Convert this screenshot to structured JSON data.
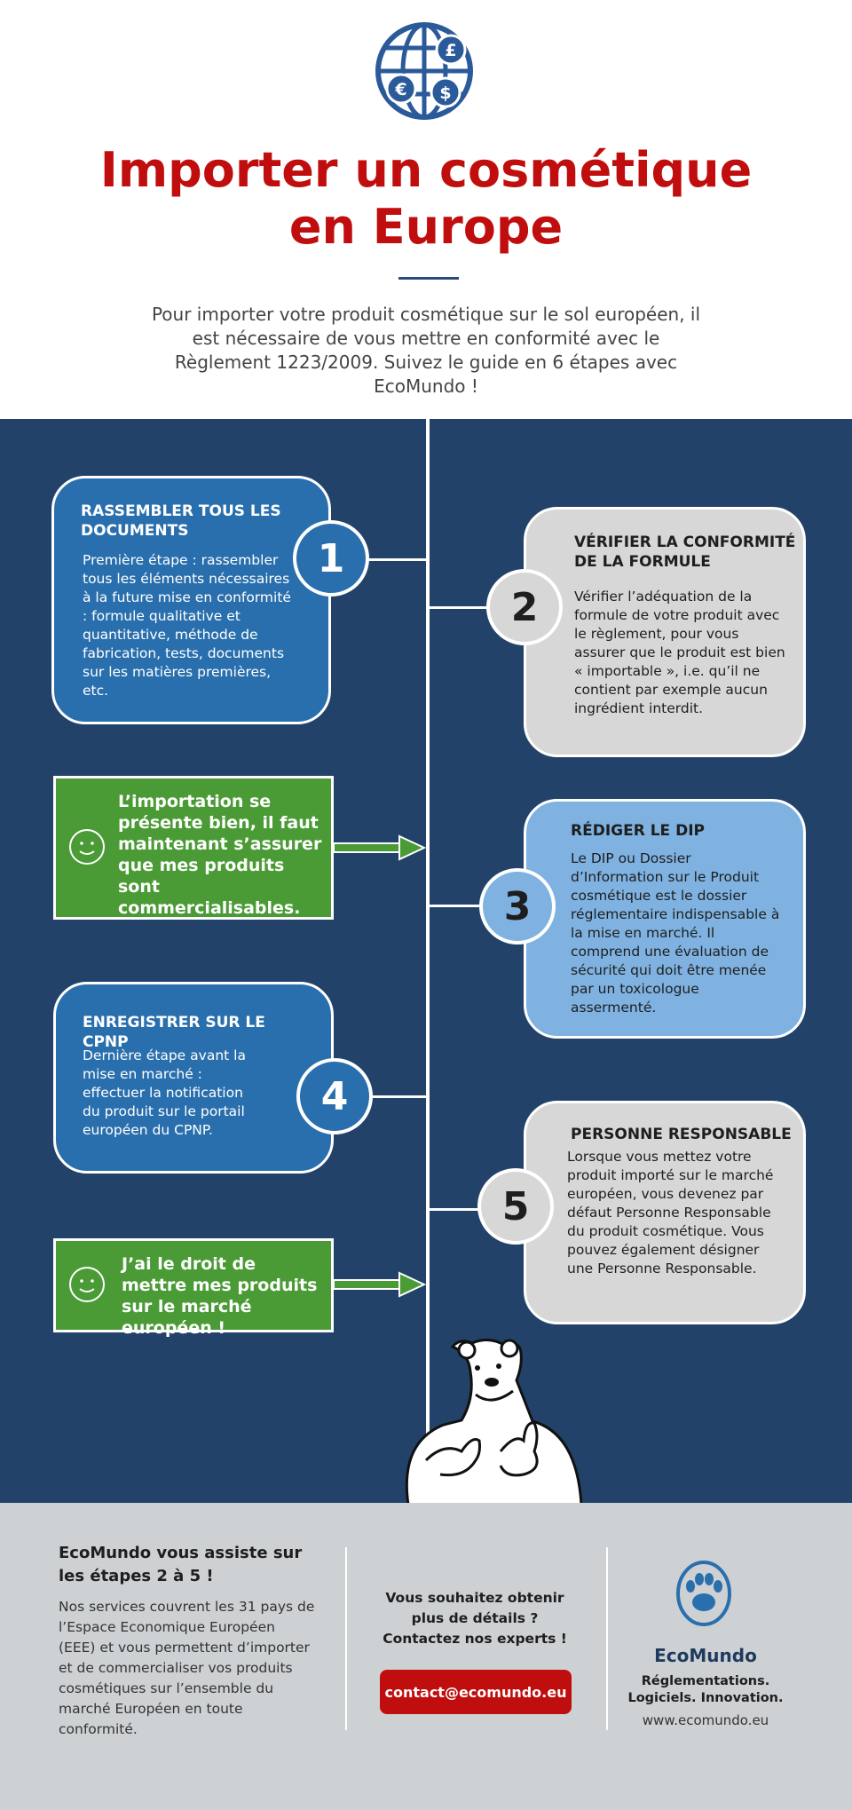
{
  "header": {
    "title_line1": "Importer un cosmétique",
    "title_line2": "en Europe",
    "intro": "Pour importer votre produit cosmétique sur le sol européen, il est nécessaire de vous mettre en conformité avec le Règlement 1223/2009. Suivez le guide en 6 étapes avec EcoMundo !"
  },
  "steps": [
    {
      "number": "1",
      "title": "RASSEMBLER TOUS LES DOCUMENTS",
      "text": "Première étape : rassembler tous les éléments nécessaires à la future mise en conformité : formule qualitative et quantitative, méthode de fabrication, tests, documents sur les matières premières, etc."
    },
    {
      "number": "2",
      "title": "VÉRIFIER LA CONFORMITÉ DE LA FORMULE",
      "text": "Vérifier l’adéquation de la formule de votre produit avec le règlement, pour vous assurer que le produit est bien « importable », i.e. qu’il ne contient par exemple aucun ingrédient interdit."
    },
    {
      "number": "3",
      "title": "RÉDIGER LE DIP",
      "text": "Le DIP ou Dossier d’Information sur le Produit cosmétique est le dossier réglementaire indispensable à la mise en marché. Il comprend une évaluation de sécurité qui doit être menée par un toxicologue assermenté."
    },
    {
      "number": "4",
      "title": "ENREGISTRER SUR LE CPNP",
      "text": "Dernière étape avant la mise en marché : effectuer la notification du produit sur le portail européen du CPNP."
    },
    {
      "number": "5",
      "title": "PERSONNE RESPONSABLE",
      "text": "Lorsque vous mettez votre produit importé sur le marché européen, vous devenez par défaut Personne Responsable du produit cosmétique. Vous pouvez également désigner une Personne Responsable."
    }
  ],
  "callouts": [
    {
      "text": "L’importation se présente bien, il faut maintenant s’assurer que mes produits sont commercialisables."
    },
    {
      "text": "J’ai le droit de mettre mes produits sur le marché européen !"
    }
  ],
  "footer": {
    "left_title": "EcoMundo vous assiste sur les étapes 2 à 5 !",
    "left_text": "Nos services couvrent les 31 pays de l’Espace Economique Européen (EEE) et vous permettent d’importer et de commercialiser vos produits cosmétiques sur l’ensemble du marché Européen en toute conformité.",
    "mid_text": "Vous souhaitez obtenir plus de détails ? Contactez nos experts !",
    "contact_label": "contact@ecomundo.eu",
    "brand": "EcoMundo",
    "tagline": "Réglementations. Logiciels. Innovation.",
    "url": "www.ecomundo.eu"
  },
  "icons": [
    "globe-currency-icon",
    "smiley-icon",
    "arrow-right-icon",
    "polar-bear-mascot",
    "paw-logo-icon"
  ],
  "colors": {
    "title_red": "#c00d0d",
    "navy": "#234269",
    "step_blue": "#2a6fad",
    "step_grey": "#d7d7d7",
    "step_light_blue": "#7fb2e0",
    "callout_green": "#4a9b35",
    "footer_grey": "#cdd1d3"
  }
}
